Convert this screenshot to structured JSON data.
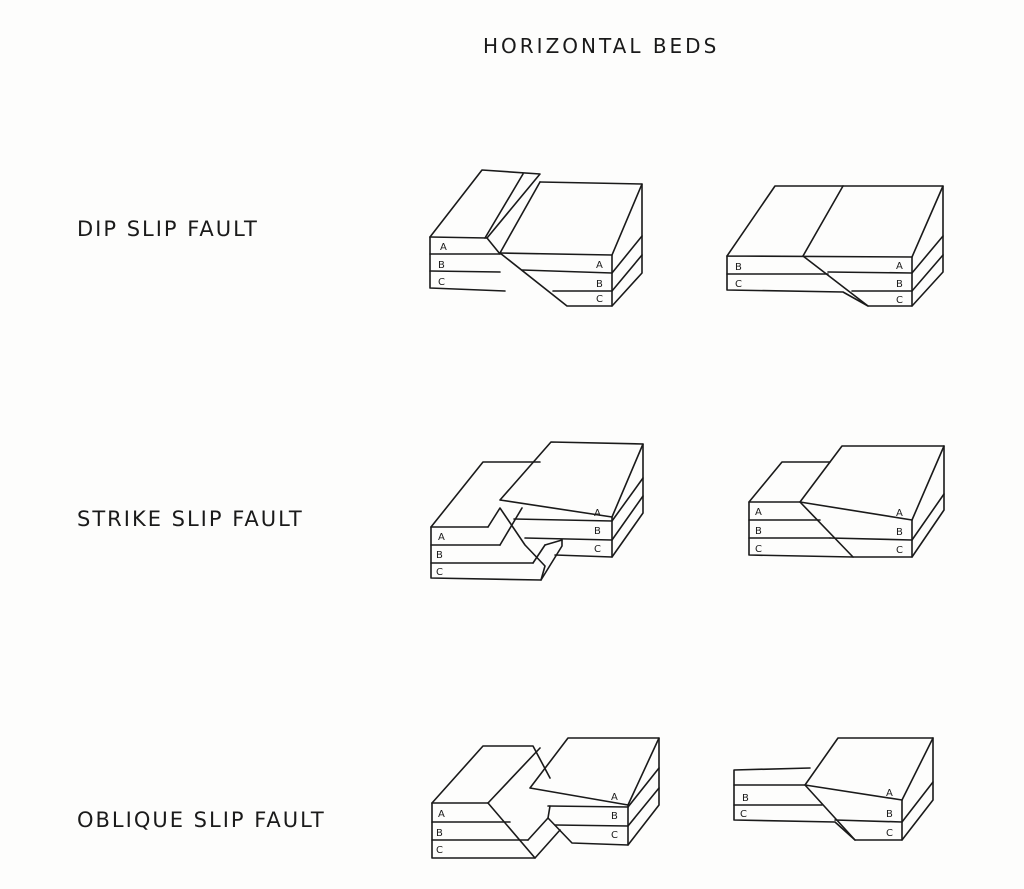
{
  "title": "HORIZONTAL BEDS",
  "rows": [
    {
      "label": "DIP SLIP FAULT"
    },
    {
      "label": "STRIKE SLIP FAULT"
    },
    {
      "label": "OBLIQUE SLIP FAULT"
    }
  ],
  "layers": {
    "a": "A",
    "b": "B",
    "c": "C"
  }
}
